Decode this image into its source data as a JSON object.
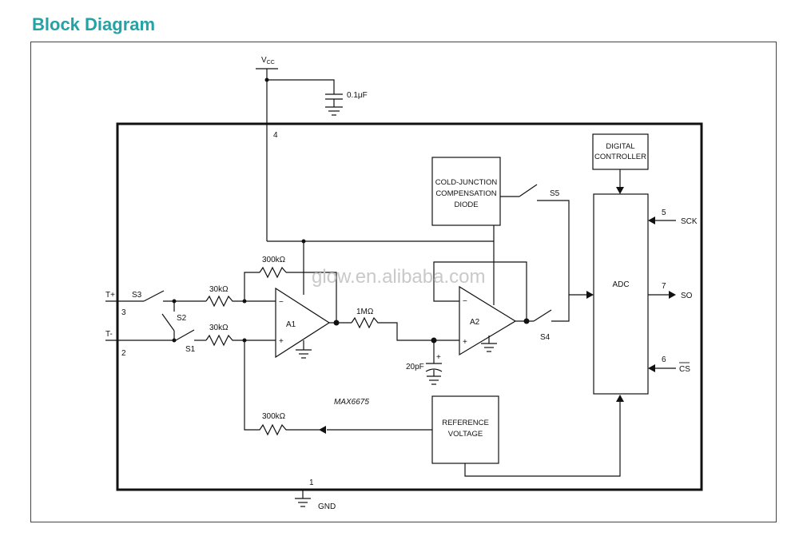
{
  "page": {
    "title": "Block Diagram"
  },
  "diagram": {
    "chip_name": "MAX6675",
    "watermark": "glow.en.alibaba.com",
    "supply": {
      "label": "V",
      "subscript": "CC",
      "pin": "4",
      "cap": "0.1μF"
    },
    "ground": {
      "label": "GND",
      "pin": "1"
    },
    "inputs": {
      "tplus": {
        "label": "T+",
        "pin": "3"
      },
      "tminus": {
        "label": "T-",
        "pin": "2"
      }
    },
    "switches": {
      "s1": "S1",
      "s2": "S2",
      "s3": "S3",
      "s4": "S4",
      "s5": "S5"
    },
    "resistors": {
      "r_in_top": "30kΩ",
      "r_in_bottom": "30kΩ",
      "r_feedback": "300kΩ",
      "r_ref": "300kΩ",
      "r_filter": "1MΩ"
    },
    "capacitor_filter": "20pF",
    "amps": {
      "a1": "A1",
      "a2": "A2",
      "minus": "−",
      "plus": "+"
    },
    "blocks": {
      "cold_junction": [
        "COLD-JUNCTION",
        "COMPENSATION",
        "DIODE"
      ],
      "reference": [
        "REFERENCE",
        "VOLTAGE"
      ],
      "digital_controller": [
        "DIGITAL",
        "CONTROLLER"
      ],
      "adc": "ADC"
    },
    "pins": {
      "sck": {
        "label": "SCK",
        "pin": "5"
      },
      "so": {
        "label": "SO",
        "pin": "7"
      },
      "cs": {
        "label": "CS",
        "pin": "6"
      }
    },
    "colors": {
      "title": "#23a3a5",
      "lines": "#111111",
      "watermark": "#c9c9c9"
    }
  }
}
